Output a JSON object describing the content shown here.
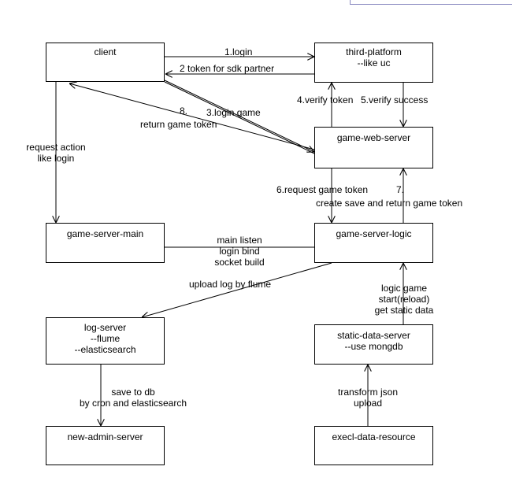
{
  "nodes": {
    "client": {
      "line1": "client"
    },
    "third_platform": {
      "line1": "third-platform",
      "line2": "--like uc"
    },
    "game_web_server": {
      "line1": "game-web-server"
    },
    "game_server_main": {
      "line1": "game-server-main"
    },
    "game_server_logic": {
      "line1": "game-server-logic"
    },
    "log_server": {
      "line1": "log-server",
      "line2": "--flume",
      "line3": "--elasticsearch"
    },
    "static_data_server": {
      "line1": "static-data-server",
      "line2": "--use mongdb"
    },
    "new_admin_server": {
      "line1": "new-admin-server"
    },
    "execl_data_resource": {
      "line1": "execl-data-resource"
    }
  },
  "edges": {
    "login": "1.login",
    "token_partner": "2 token for sdk partner",
    "login_game": "3.login game",
    "verify_token": "4.verify token",
    "verify_success": "5.verify success",
    "request_game_token": "6.request game token",
    "step7_num": "7.",
    "step7_text": "create save and return game token",
    "step8_num": "8.",
    "step8_text": "return game token",
    "request_action_1": "request action",
    "request_action_2": "like login",
    "main_listen_1": "main listen",
    "main_listen_2": "login bind",
    "main_listen_3": "socket build",
    "upload_log": "upload log by flume",
    "logic_game_1": "logic game",
    "logic_game_2": "start(reload)",
    "logic_game_3": "get static data",
    "save_db_1": "save to db",
    "save_db_2": "by cron and elasticsearch",
    "transform_1": "transform json",
    "transform_2": "upload"
  }
}
